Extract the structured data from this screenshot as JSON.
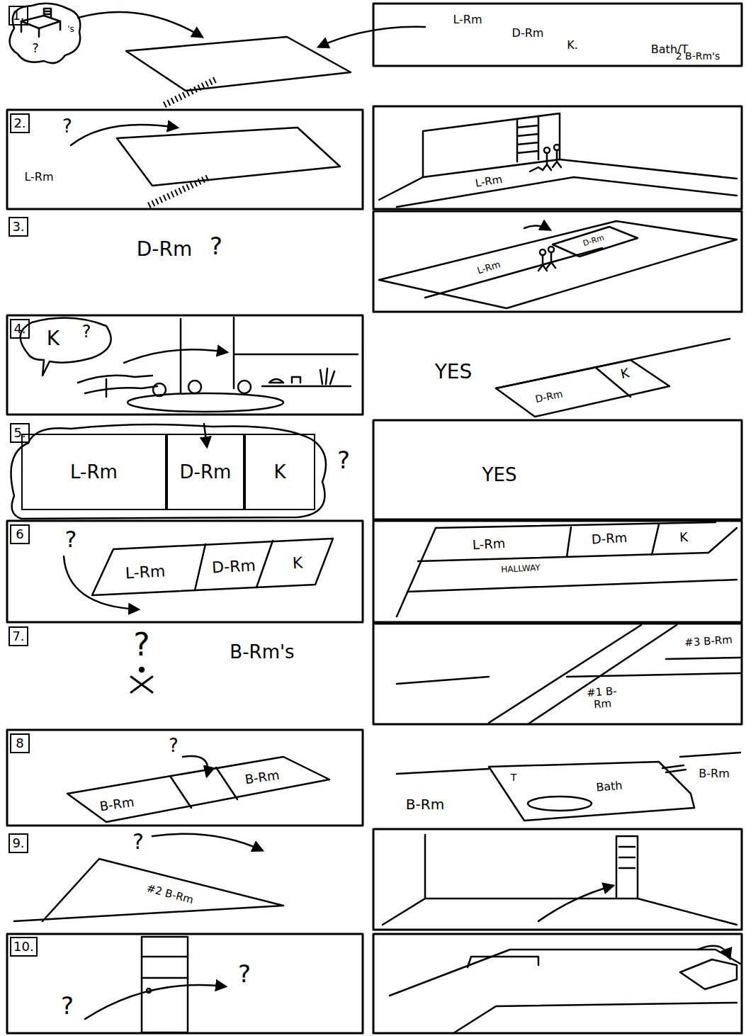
{
  "diagram": {
    "nodes": [
      {
        "text": [
          "1."
        ]
      },
      {
        "text": [
          "2."
        ]
      },
      {
        "text": [
          "3."
        ]
      },
      {
        "text": [
          "4."
        ]
      },
      {
        "text": [
          "5."
        ]
      },
      {
        "text": [
          "L-Rm"
        ]
      },
      {
        "text": [
          "D-Rm"
        ]
      },
      {
        "text": [
          "K"
        ]
      },
      {
        "text": [
          "6"
        ]
      },
      {
        "text": [
          "7."
        ]
      },
      {
        "text": [
          "8"
        ]
      },
      {
        "text": [
          "9."
        ]
      },
      {
        "text": [
          "10."
        ]
      }
    ],
    "edges": [],
    "labels": [
      "'s",
      "?",
      "L-Rm",
      "D-Rm",
      "K.",
      "Bath/T",
      "2 B-Rm's",
      "?",
      "L-Rm",
      "L-Rm",
      "D-Rm",
      "?",
      "L-Rm",
      "D-Rm",
      "K",
      "?",
      "YES",
      "D-Rm",
      "K",
      "?",
      "YES",
      "?",
      "L-Rm",
      "D-Rm",
      "K",
      "L-Rm",
      "D-Rm",
      "K",
      "HALLWAY",
      "?",
      "B-Rm's",
      "#3 B-Rm",
      "#1 B-Rm",
      "B-Rm",
      "?",
      "B-Rm",
      "B-Rm",
      "T",
      "Bath",
      "B-Rm",
      "?",
      "#2 B-Rm",
      "?",
      "?"
    ]
  }
}
